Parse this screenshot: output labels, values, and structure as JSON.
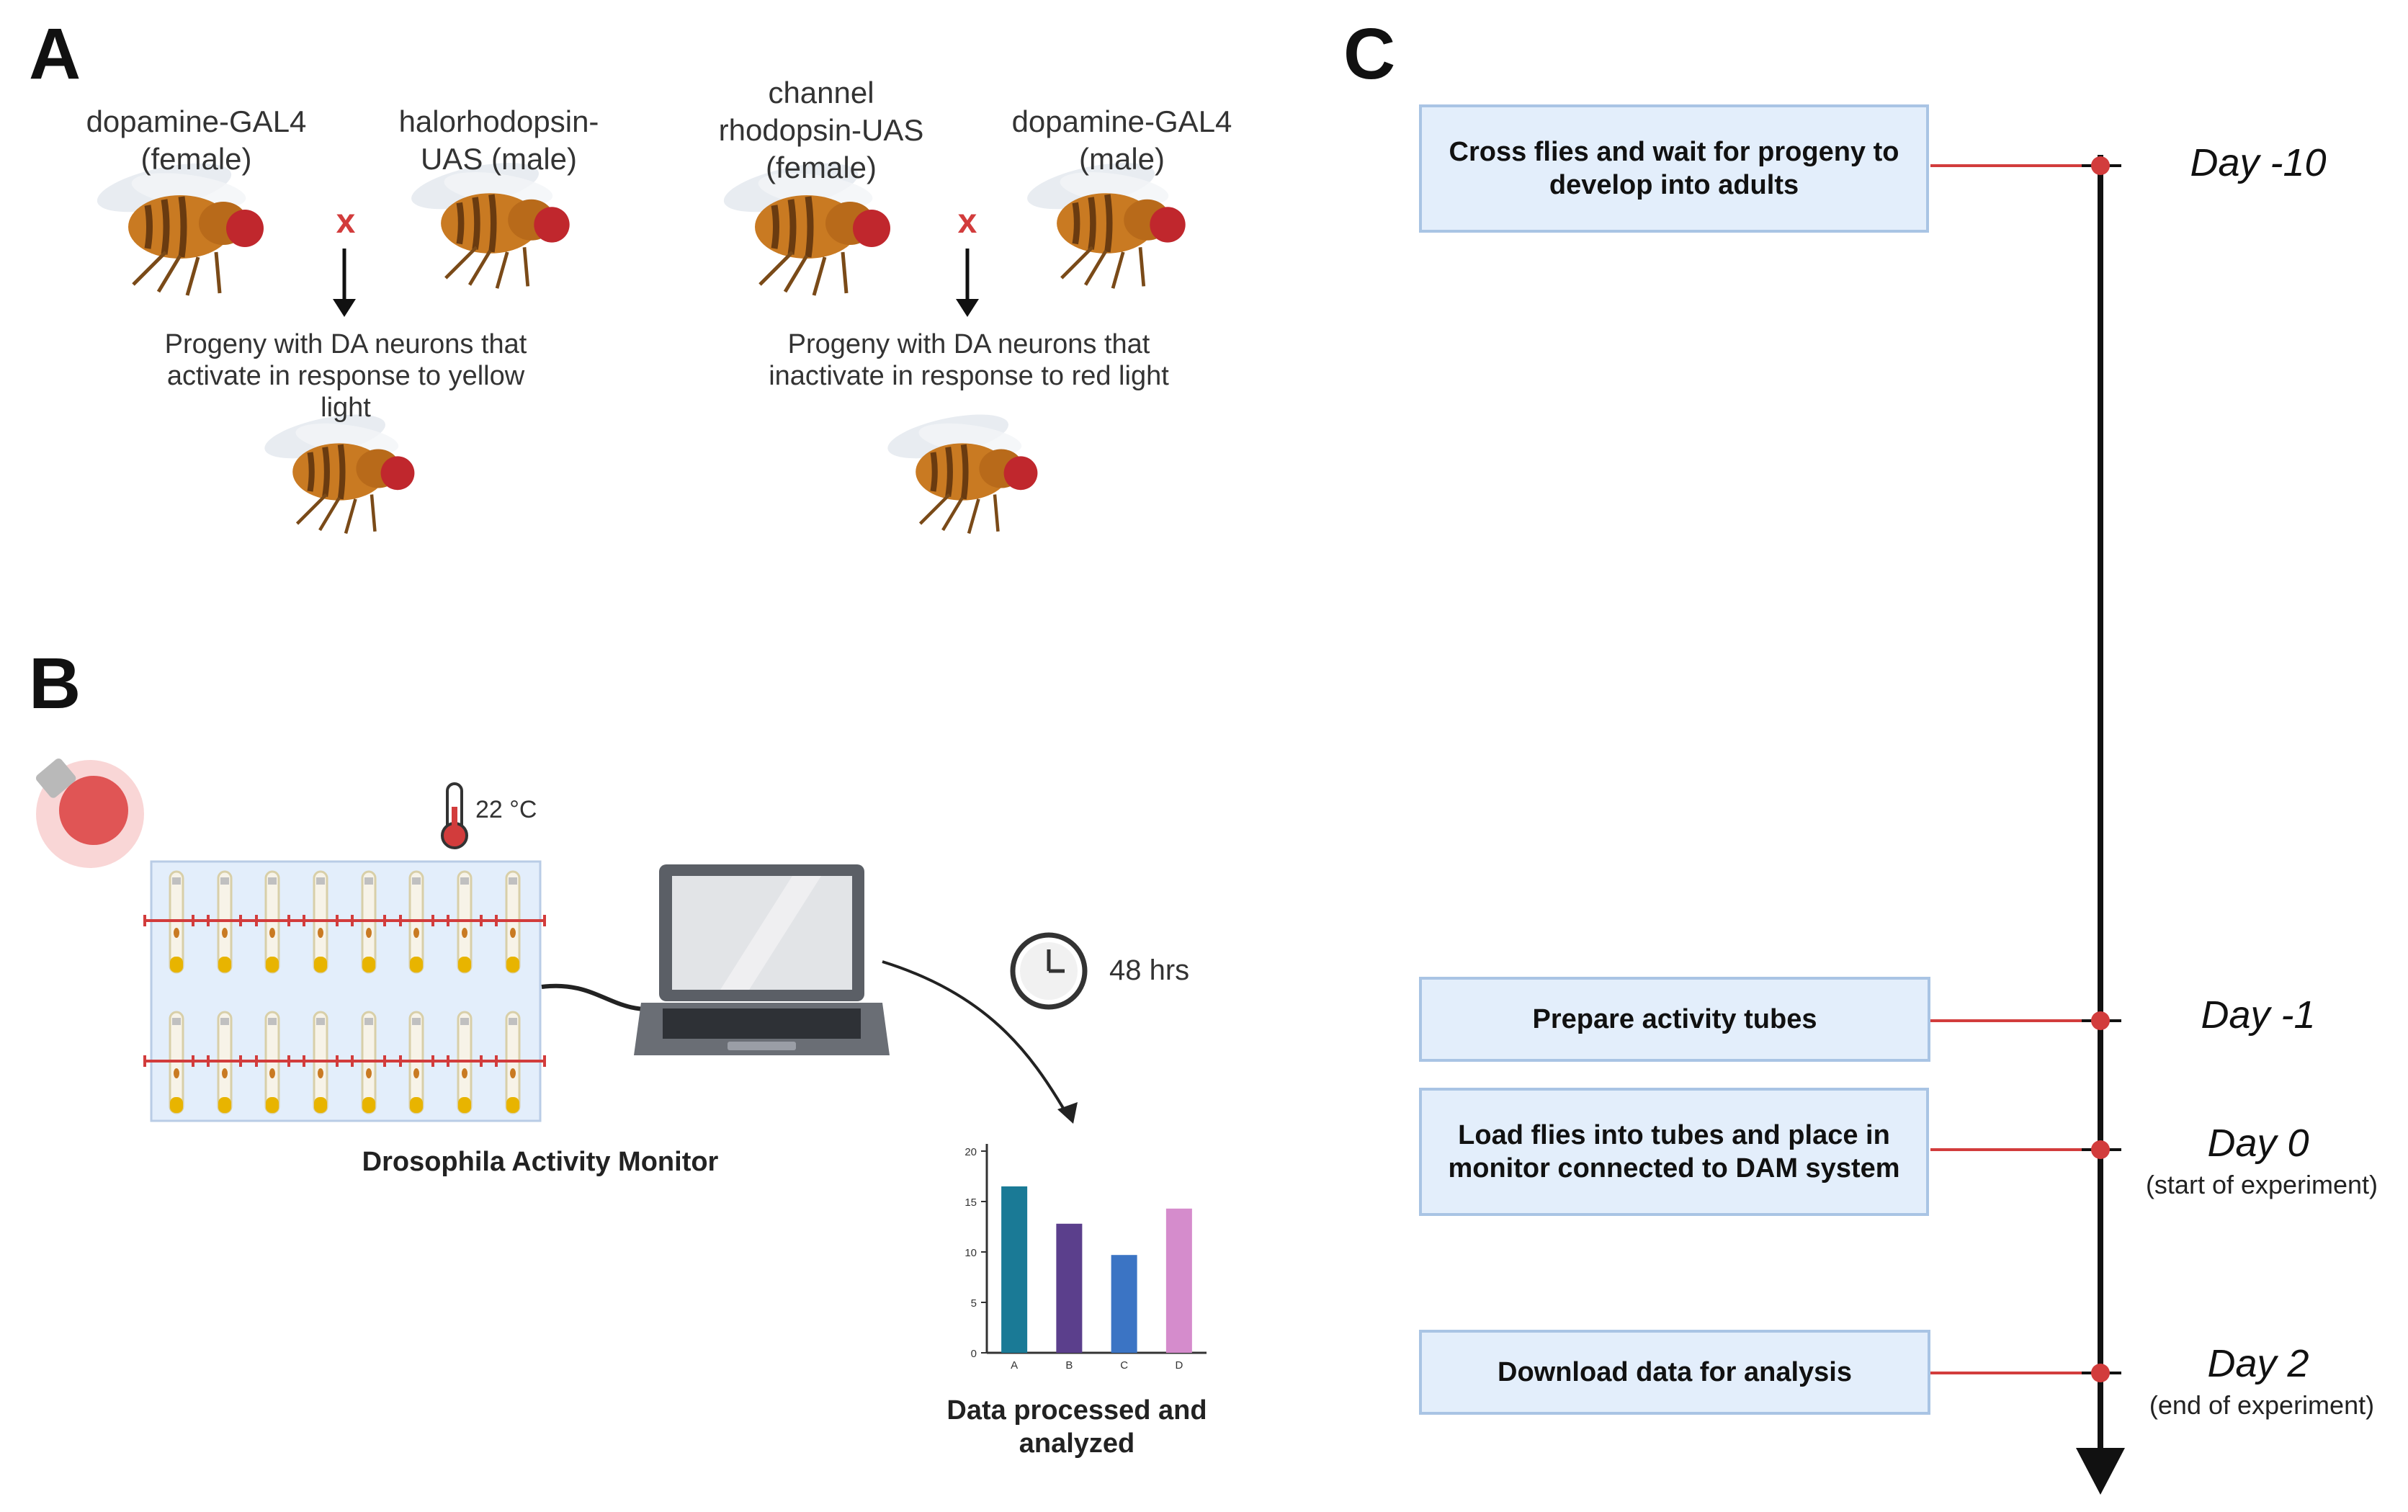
{
  "panels": {
    "a": "A",
    "b": "B",
    "c": "C"
  },
  "panel_a": {
    "cross1": {
      "female": "dopamine-GAL4\n(female)",
      "male": "halorhodopsin-\nUAS (male)",
      "cross_symbol": "x",
      "progeny": "Progeny with DA neurons that\nactivate in response to yellow\nlight"
    },
    "cross2": {
      "female": "channel\nrhodopsin-UAS\n(female)",
      "male": "dopamine-GAL4\n(male)",
      "cross_symbol": "x",
      "progeny": "Progeny with DA neurons that\ninactivate in response to red light"
    },
    "icons": [
      "fruit-fly-icon",
      "down-arrow-icon"
    ]
  },
  "panel_b": {
    "temperature": "22 °C",
    "duration": "48 hrs",
    "monitor_label": "Drosophila Activity Monitor",
    "analysis_label": "Data processed and\nanalyzed",
    "icons": [
      "light-bulb-icon",
      "thermometer-icon",
      "laptop-icon",
      "clock-icon",
      "bar-chart-icon"
    ],
    "colors": {
      "bulb_glow": "#e05555",
      "tube_food": "#e8b400"
    }
  },
  "panel_c": {
    "steps": [
      {
        "label": "Cross flies and wait for progeny to\ndevelop into adults",
        "day": "Day -10",
        "note": ""
      },
      {
        "label": "Prepare activity tubes",
        "day": "Day -1",
        "note": ""
      },
      {
        "label": "Load flies into tubes and place in\nmonitor connected to DAM system",
        "day": "Day 0",
        "note": "(start of experiment)"
      },
      {
        "label": "Download data for analysis",
        "day": "Day 2",
        "note": "(end of experiment)"
      }
    ],
    "colors": {
      "connector": "#d23c3c",
      "marker": "#d23c3c",
      "timeline": "#111111",
      "box_fill": "#e3eefb",
      "box_border": "#a9c4e4"
    }
  },
  "chart_data": {
    "type": "bar",
    "categories": [
      "A",
      "B",
      "C",
      "D"
    ],
    "values": [
      16.5,
      12.8,
      9.7,
      14.3
    ],
    "ylim": [
      0,
      20
    ],
    "yticks": [
      "0",
      "5",
      "10",
      "15",
      "20"
    ],
    "colors": [
      "#1a7a96",
      "#5b3f8c",
      "#3b74c4",
      "#d58ccc"
    ],
    "title": "",
    "xlabel": "",
    "ylabel": ""
  }
}
